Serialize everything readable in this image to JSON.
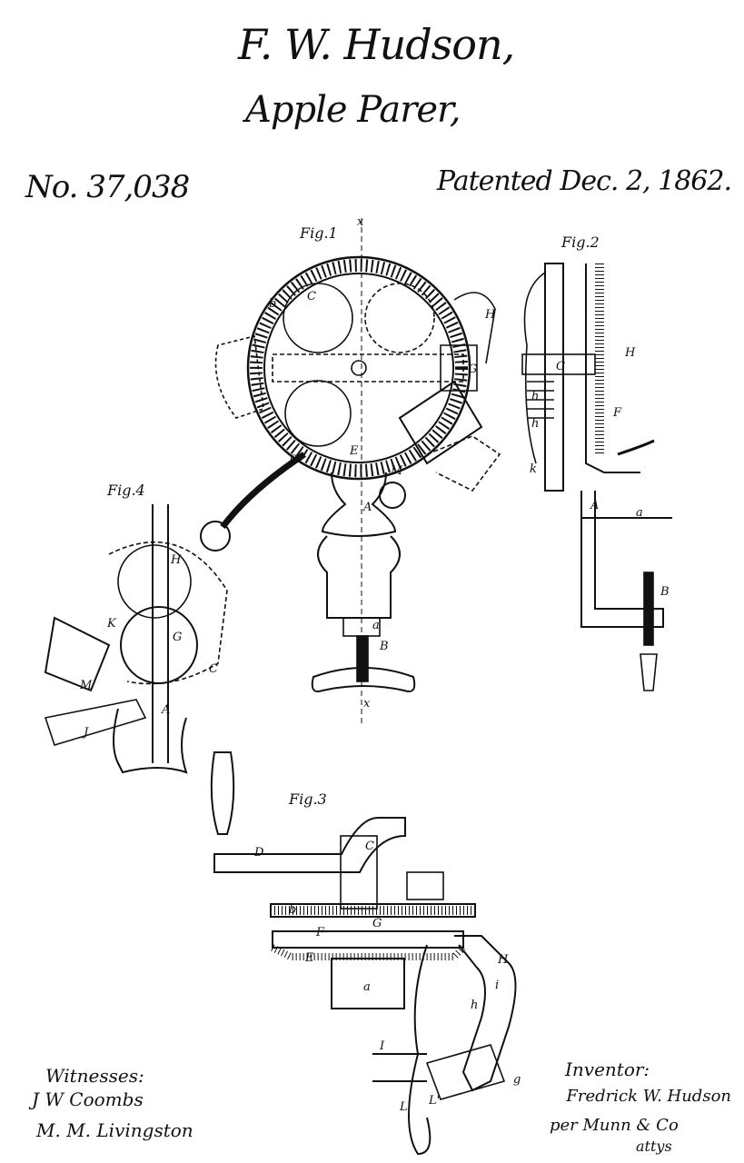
{
  "header": {
    "inventor_name": "F. W. Hudson,",
    "title": "Apple Parer,",
    "patent_number": "No. 37,038",
    "patented_date": "Patented Dec. 2, 1862."
  },
  "figures": {
    "fig1": {
      "label": "Fig.1",
      "parts": [
        "x",
        "b",
        "C",
        "H",
        "G",
        "E",
        "D",
        "M",
        "A",
        "a",
        "B",
        "x"
      ]
    },
    "fig2": {
      "label": "Fig.2",
      "parts": [
        "C",
        "H",
        "h",
        "h",
        "F",
        "k",
        "A",
        "a",
        "B"
      ]
    },
    "fig3": {
      "label": "Fig.3",
      "parts": [
        "D",
        "C",
        "b",
        "G",
        "F",
        "E",
        "a",
        "H",
        "h",
        "i",
        "I",
        "L",
        "L'",
        "g"
      ]
    },
    "fig4": {
      "label": "Fig.4",
      "parts": [
        "H",
        "K",
        "G",
        "C",
        "M",
        "J",
        "A"
      ]
    }
  },
  "footer": {
    "witnesses_label": "Witnesses:",
    "witnesses": [
      "J W Coombs",
      "M. M. Livingston"
    ],
    "inventor_label": "Inventor:",
    "inventor_signature": "Fredrick W. Hudson",
    "attorney_signature": "per Munn & Co",
    "attorney_suffix": "attys"
  }
}
